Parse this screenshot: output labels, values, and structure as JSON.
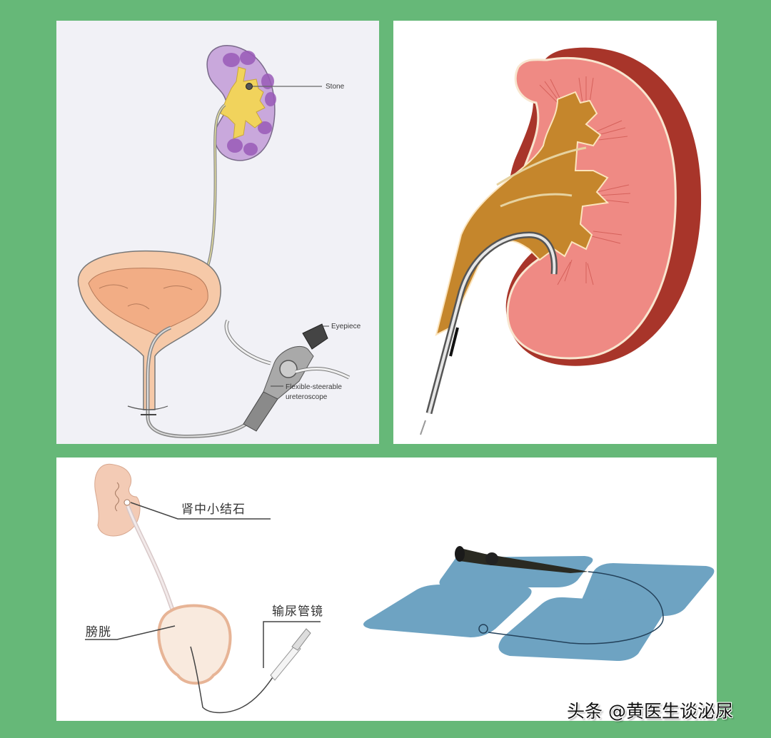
{
  "colors": {
    "background_green": "#66b878",
    "panel_left_bg": "#f1f1f6",
    "kidney_purple": "#c9a8dc",
    "calyx_yellow": "#f1d35c",
    "bladder_peach": "#f4b28e",
    "kidney_red": "#ef8a84",
    "kidney_dark": "#a8352a",
    "drape_blue": "#6ea3c2"
  },
  "panels": [
    {
      "id": "top-left",
      "description": "Flexible ureteroscope inserted through bladder into kidney",
      "labels": {
        "stone": "Stone",
        "eyepiece": "Eyepiece",
        "scope_line1": "Flexible-steerable",
        "scope_line2": "ureteroscope"
      }
    },
    {
      "id": "top-right",
      "description": "Kidney cross-section with ureteroscope in renal pelvis"
    },
    {
      "id": "bottom",
      "description": "Ureteroscopy schematic and flexible ureteroscope on blue drapes",
      "labels": {
        "kidney_stone": "肾中小结石",
        "bladder": "膀胱",
        "ureteroscope": "输尿管镜"
      }
    }
  ],
  "watermark": "头条 @黄医生谈泌尿"
}
